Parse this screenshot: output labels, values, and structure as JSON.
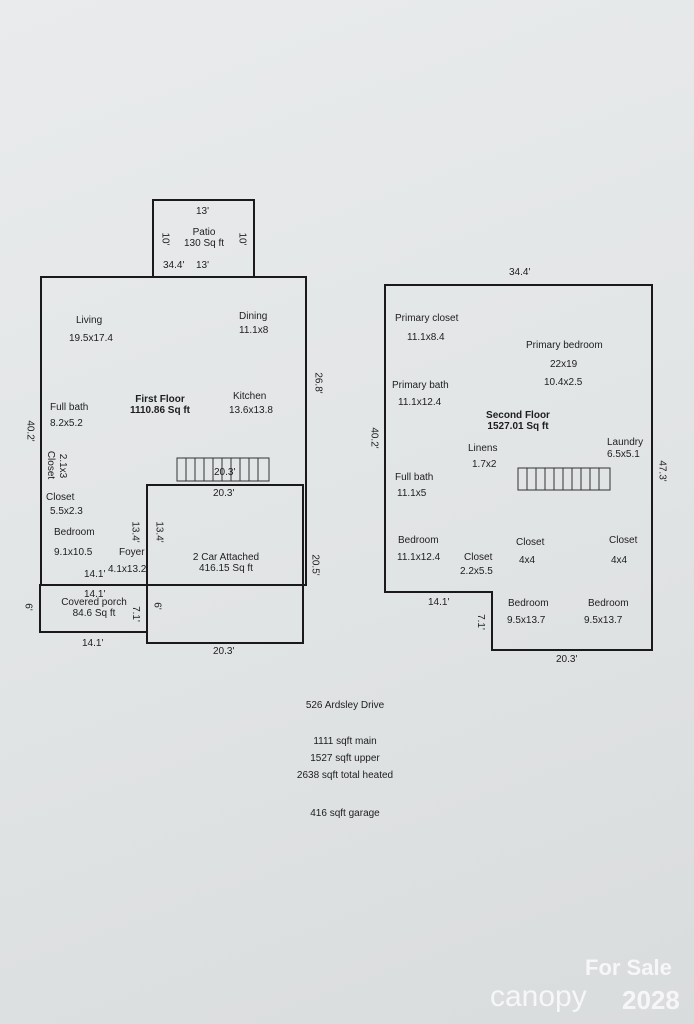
{
  "first_floor": {
    "title": "First Floor",
    "area": "1110.86 Sq ft",
    "patio": {
      "label": "Patio",
      "area": "130 Sq ft",
      "dim_top": "13'",
      "dim_bottom": "13'",
      "dim_left": "10'",
      "dim_right": "10'"
    },
    "rooms": [
      {
        "name": "Living",
        "size": "19.5x17.4"
      },
      {
        "name": "Dining",
        "size": "11.1x8"
      },
      {
        "name": "Kitchen",
        "size": "13.6x13.8"
      },
      {
        "name": "Full bath",
        "size": "8.2x5.2"
      },
      {
        "name": "Closet",
        "size": "2.1x3"
      },
      {
        "name": "Closet",
        "size": "5.5x2.3"
      },
      {
        "name": "Bedroom",
        "size": "9.1x10.5"
      },
      {
        "name": "Foyer",
        "size": "4.1x13.2"
      }
    ],
    "garage": {
      "label": "2 Car Attached",
      "area": "416.15 Sq ft"
    },
    "porch": {
      "label": "Covered porch",
      "area": "84.6 Sq ft"
    },
    "dims": {
      "top": "34.4'",
      "left": "40.2'",
      "right": "26.8'",
      "stair": "20.3'",
      "garage_top": "20.3'",
      "garage_right": "20.5'",
      "garage_bottom": "20.3'",
      "bed_v": "13.4'",
      "garage_v": "13.4'",
      "bed_bottom": "14.1'",
      "porch_top": "14.1'",
      "porch_bottom": "14.1'",
      "porch_left": "6'",
      "porch_right": "6'",
      "porch_v": "7.1'"
    }
  },
  "second_floor": {
    "title": "Second Floor",
    "area": "1527.01 Sq ft",
    "rooms": [
      {
        "name": "Primary closet",
        "size": "11.1x8.4"
      },
      {
        "name": "Primary bedroom",
        "size": "22x19",
        "size2": "10.4x2.5"
      },
      {
        "name": "Primary bath",
        "size": "11.1x12.4"
      },
      {
        "name": "Linens",
        "size": "1.7x2"
      },
      {
        "name": "Laundry",
        "size": "6.5x5.1"
      },
      {
        "name": "Full bath",
        "size": "11.1x5"
      },
      {
        "name": "Bedroom",
        "size": "11.1x12.4"
      },
      {
        "name": "Closet",
        "size": "2.2x5.5"
      },
      {
        "name": "Closet",
        "size": "4x4"
      },
      {
        "name": "Closet",
        "size": "4x4"
      },
      {
        "name": "Bedroom",
        "size": "9.5x13.7"
      },
      {
        "name": "Bedroom",
        "size": "9.5x13.7"
      }
    ],
    "dims": {
      "top": "34.4'",
      "left": "40.2'",
      "right": "47.3'",
      "notch_top": "14.1'",
      "notch_v": "7.1'",
      "bottom": "20.3'"
    }
  },
  "notes": {
    "address": "526 Ardsley Drive",
    "lines": [
      "1111 sqft main",
      "1527 sqft upper",
      "2638 sqft total heated"
    ],
    "garage": "416 sqft garage"
  },
  "watermark": {
    "line1": "For Sale",
    "line2": "canopy",
    "year": "2028"
  }
}
